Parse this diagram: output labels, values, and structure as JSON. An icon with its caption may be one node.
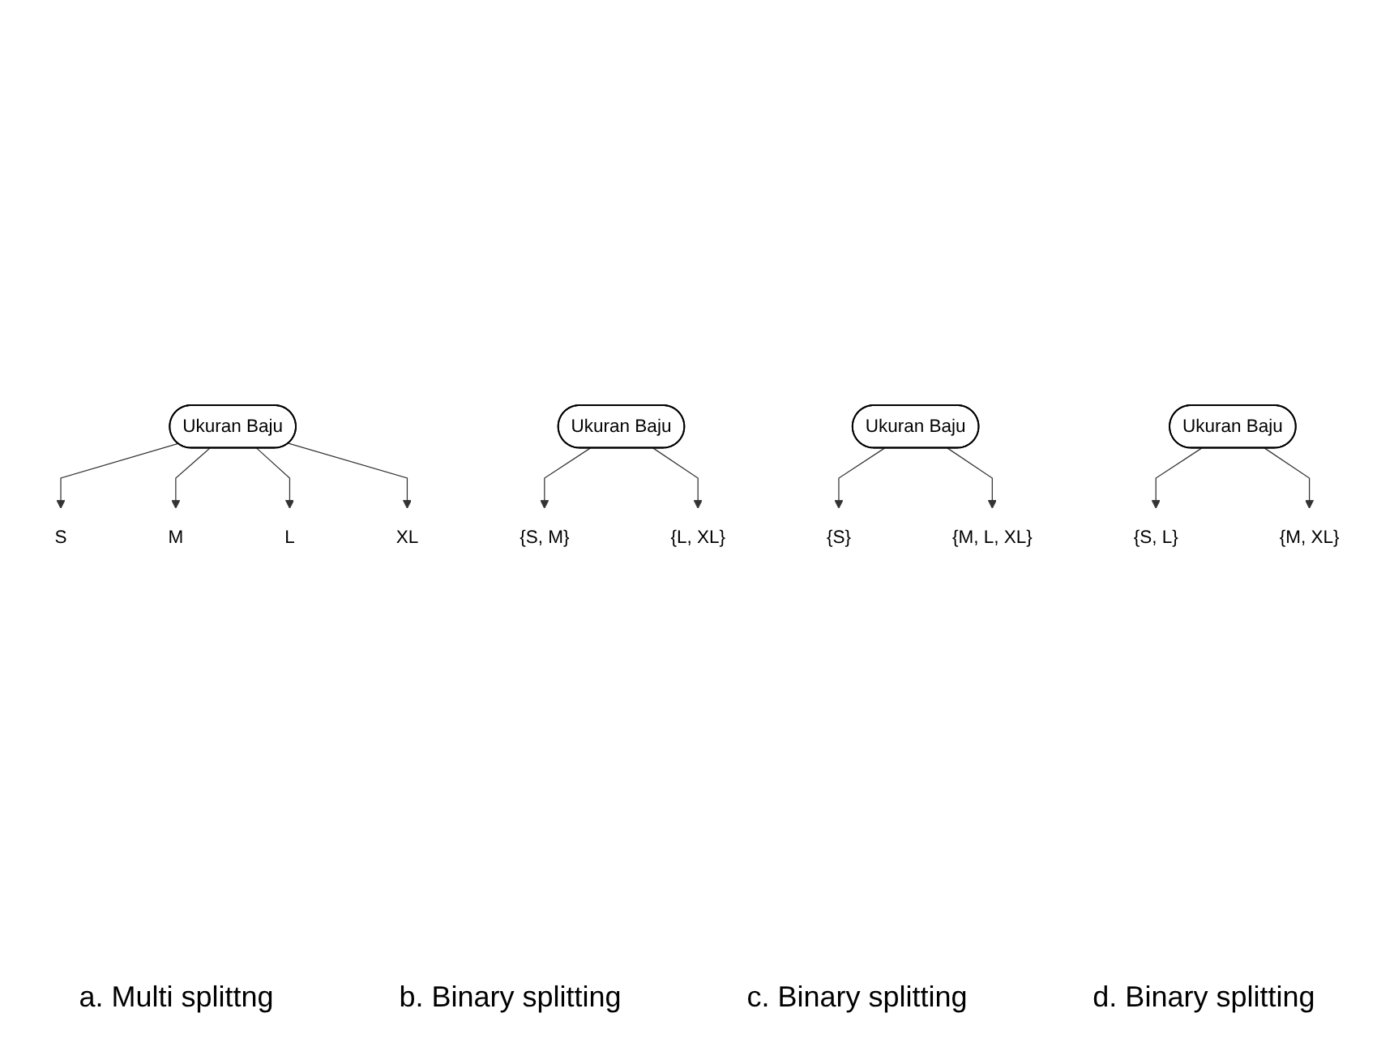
{
  "diagram": {
    "nodes": [
      {
        "text": [
          "Ukuran Baju"
        ]
      },
      {
        "text": [
          "S"
        ]
      },
      {
        "text": [
          "M"
        ]
      },
      {
        "text": [
          "L"
        ]
      },
      {
        "text": [
          "XL"
        ]
      },
      {
        "text": [
          "Ukuran Baju"
        ]
      },
      {
        "text": [
          "{S, M}"
        ]
      },
      {
        "text": [
          "{L, XL}"
        ]
      },
      {
        "text": [
          "Ukuran Baju"
        ]
      },
      {
        "text": [
          "{S}"
        ]
      },
      {
        "text": [
          "{M, L, XL}"
        ]
      },
      {
        "text": [
          "Ukuran Baju"
        ]
      },
      {
        "text": [
          "{S, L}"
        ]
      },
      {
        "text": [
          "{M, XL}"
        ]
      }
    ],
    "edges": [
      {
        "from": 0,
        "to": 1,
        "arrow": "to"
      },
      {
        "from": 0,
        "to": 2,
        "arrow": "to"
      },
      {
        "from": 0,
        "to": 3,
        "arrow": "to"
      },
      {
        "from": 0,
        "to": 4,
        "arrow": "to"
      },
      {
        "from": 5,
        "to": 6,
        "arrow": "to"
      },
      {
        "from": 5,
        "to": 7,
        "arrow": "to"
      },
      {
        "from": 8,
        "to": 9,
        "arrow": "to"
      },
      {
        "from": 8,
        "to": 10,
        "arrow": "to"
      },
      {
        "from": 11,
        "to": 12,
        "arrow": "to"
      },
      {
        "from": 11,
        "to": 13,
        "arrow": "to"
      }
    ],
    "labels": [
      "a. Multi splittng",
      "b. Binary splitting",
      "c. Binary splitting",
      "d. Binary splitting"
    ]
  }
}
